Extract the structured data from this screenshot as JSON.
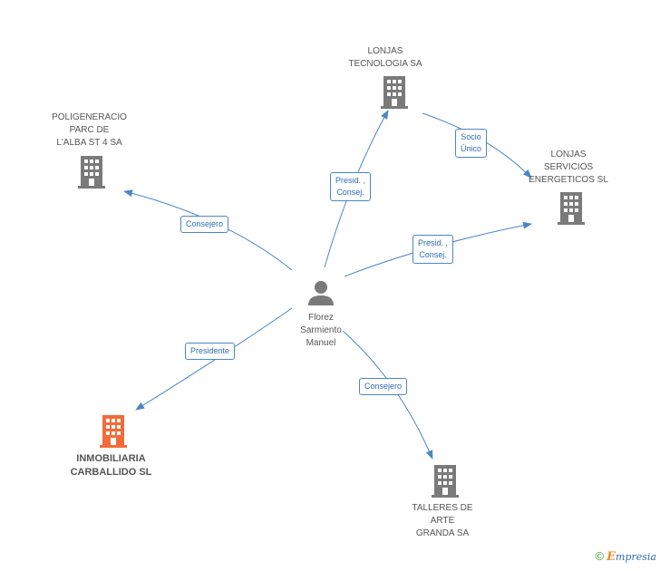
{
  "colors": {
    "edge": "#4a86c8",
    "building": "#7a7a7a",
    "focus_building": "#f26b3a",
    "person": "#7a7a7a"
  },
  "person": {
    "name": "Florez\nSarmiento\nManuel",
    "icon": "person-icon"
  },
  "companies": [
    {
      "id": "lonjas_tecnologia",
      "name": "LONJAS\nTECNOLOGIA SA",
      "icon": "building-icon"
    },
    {
      "id": "poligeneracio",
      "name": "POLIGENERACIO\nPARC DE\nL'ALBA ST 4 SA",
      "icon": "building-icon"
    },
    {
      "id": "lonjas_servicios",
      "name": "LONJAS\nSERVICIOS\nENERGETICOS SL",
      "icon": "building-icon"
    },
    {
      "id": "inmobiliaria",
      "name": "INMOBILIARIA\nCARBALLIDO SL",
      "icon": "building-icon",
      "focus": true
    },
    {
      "id": "talleres",
      "name": "TALLERES DE\nARTE\nGRANDA SA",
      "icon": "building-icon"
    }
  ],
  "relations": [
    {
      "from": "person",
      "to": "lonjas_tecnologia",
      "label": "Presid. ,\nConsej."
    },
    {
      "from": "person",
      "to": "poligeneracio",
      "label": "Consejero"
    },
    {
      "from": "person",
      "to": "lonjas_servicios",
      "label": "Presid. ,\nConsej."
    },
    {
      "from": "person",
      "to": "inmobiliaria",
      "label": "Presidente"
    },
    {
      "from": "person",
      "to": "talleres",
      "label": "Consejero"
    },
    {
      "from": "lonjas_tecnologia",
      "to": "lonjas_servicios",
      "label": "Socio\nÚnico"
    }
  ],
  "footer": {
    "copyright": "©",
    "brand_initial": "E",
    "brand_rest": "mpresia"
  }
}
